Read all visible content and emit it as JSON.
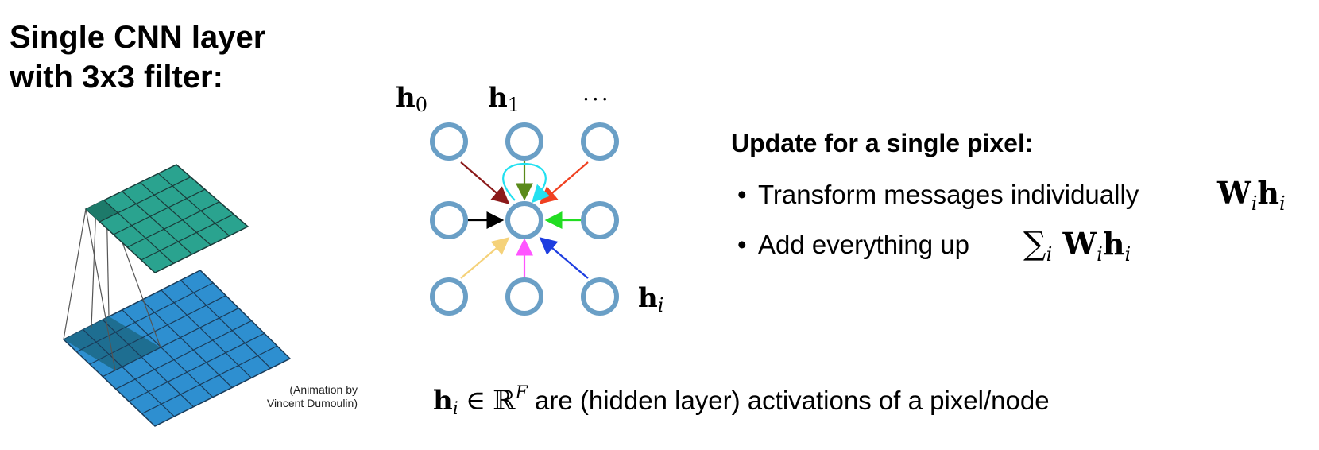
{
  "title": {
    "line1": "Single CNN layer",
    "line2": "with 3x3 filter:"
  },
  "credit": {
    "line1": "(Animation by",
    "line2": "Vincent Dumoulin)"
  },
  "graph": {
    "label_h0": "h",
    "label_h0_sub": "0",
    "label_h1": "h",
    "label_h1_sub": "1",
    "label_dots": "...",
    "label_hi": "h",
    "label_hi_sub": "i",
    "node_color": "#6a9fc6",
    "edge_colors": [
      "#8b1a1a",
      "#5a8a1a",
      "#f04020",
      "#000000",
      "#22dd22",
      "#f5d27a",
      "#ff55ff",
      "#1e3ee0"
    ],
    "self_loop_color": "#22e0f0"
  },
  "update": {
    "title": "Update for a single pixel:",
    "bullet1": "Transform messages individually",
    "bullet2": "Add everything up",
    "formula1_W": "W",
    "formula1_sub_i": "i",
    "formula1_h": "h",
    "formula1_sub_i2": "i",
    "formula2_sum": "∑",
    "formula2_sum_sub": "i",
    "formula2_W": "W",
    "formula2_sub_i": "i",
    "formula2_h": "h",
    "formula2_sub_i2": "i"
  },
  "bottom": {
    "h": "h",
    "sub": "i",
    "in": "∈",
    "R": "ℝ",
    "sup": "F",
    "text": "are (hidden layer) activations of a pixel/node"
  },
  "colors": {
    "top_grid": "#2aa38f",
    "bottom_grid": "#2e8fd0",
    "dark_patch": "#1d6a8a"
  }
}
